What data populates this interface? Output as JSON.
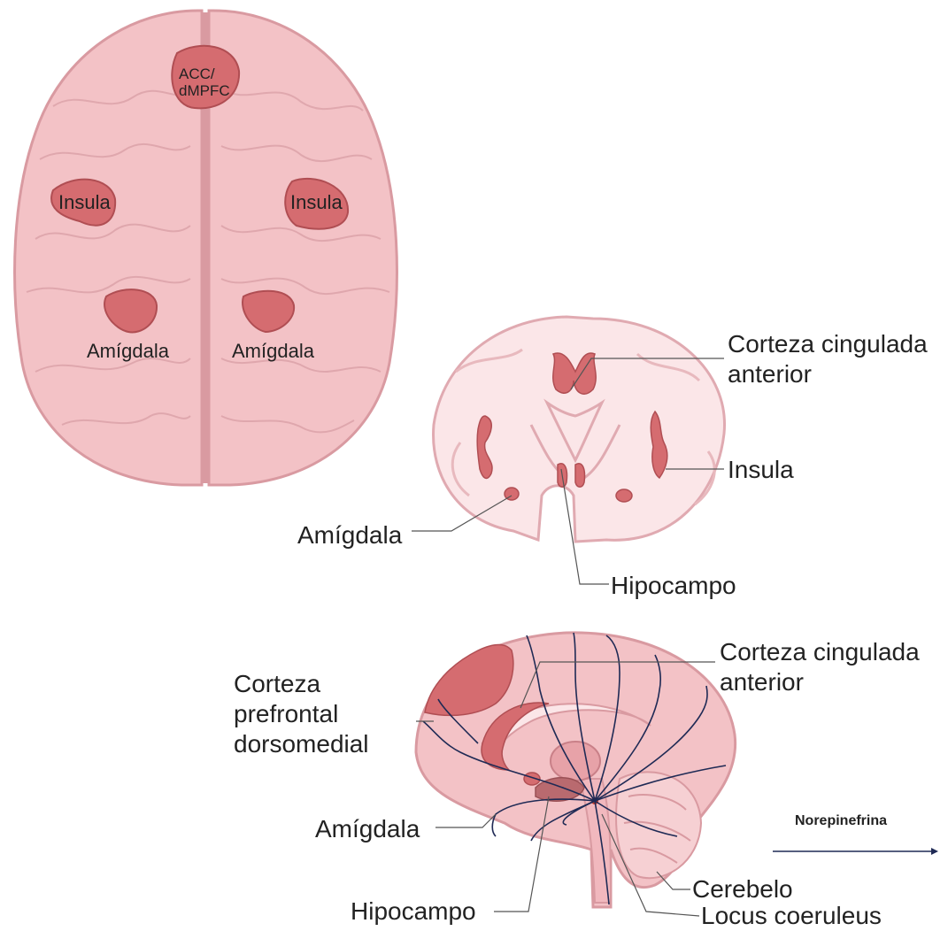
{
  "top_view": {
    "acc": "ACC/\ndMPFC",
    "insula_left": "Insula",
    "insula_right": "Insula",
    "amygdala_left": "Amígdala",
    "amygdala_right": "Amígdala"
  },
  "coronal": {
    "cingulate": "Corteza cingulada\nanterior",
    "insula": "Insula",
    "amygdala": "Amígdala",
    "hippocampus": "Hipocampo"
  },
  "sagittal": {
    "cingulate": "Corteza cingulada\nanterior",
    "prefrontal": "Corteza\nprefrontal\ndorsomedial",
    "amygdala": "Amígdala",
    "hippocampus": "Hipocampo",
    "cerebellum": "Cerebelo",
    "locus": "Locus coeruleus"
  },
  "legend": {
    "label": "Norepinefrina"
  },
  "colors": {
    "brain_fill": "#f3c2c6",
    "brain_stroke": "#d99aa1",
    "region": "#d56c70",
    "region_stroke": "#b04e53",
    "pathway": "#1f2a55"
  }
}
